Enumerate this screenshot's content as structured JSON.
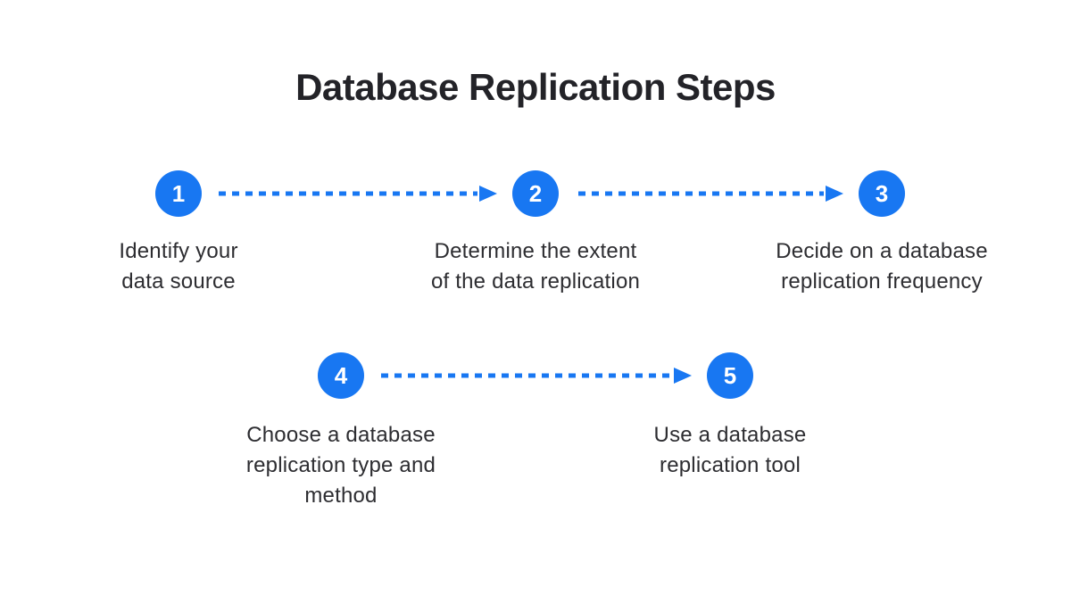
{
  "title": "Database Replication Steps",
  "colors": {
    "accent": "#1877F2",
    "title": "#232328",
    "text": "#2D2D31",
    "number": "#FFFFFF",
    "background": "#FFFFFF"
  },
  "steps": [
    {
      "number": "1",
      "lines": [
        "Identify your",
        "data source"
      ]
    },
    {
      "number": "2",
      "lines": [
        "Determine the extent",
        "of the data replication"
      ]
    },
    {
      "number": "3",
      "lines": [
        "Decide on a database",
        "replication frequency"
      ]
    },
    {
      "number": "4",
      "lines": [
        "Choose a database",
        "replication type and",
        "method"
      ]
    },
    {
      "number": "5",
      "lines": [
        "Use a database",
        "replication tool"
      ]
    }
  ],
  "connectors": [
    {
      "from": "1",
      "to": "2"
    },
    {
      "from": "2",
      "to": "3"
    },
    {
      "from": "4",
      "to": "5"
    }
  ]
}
